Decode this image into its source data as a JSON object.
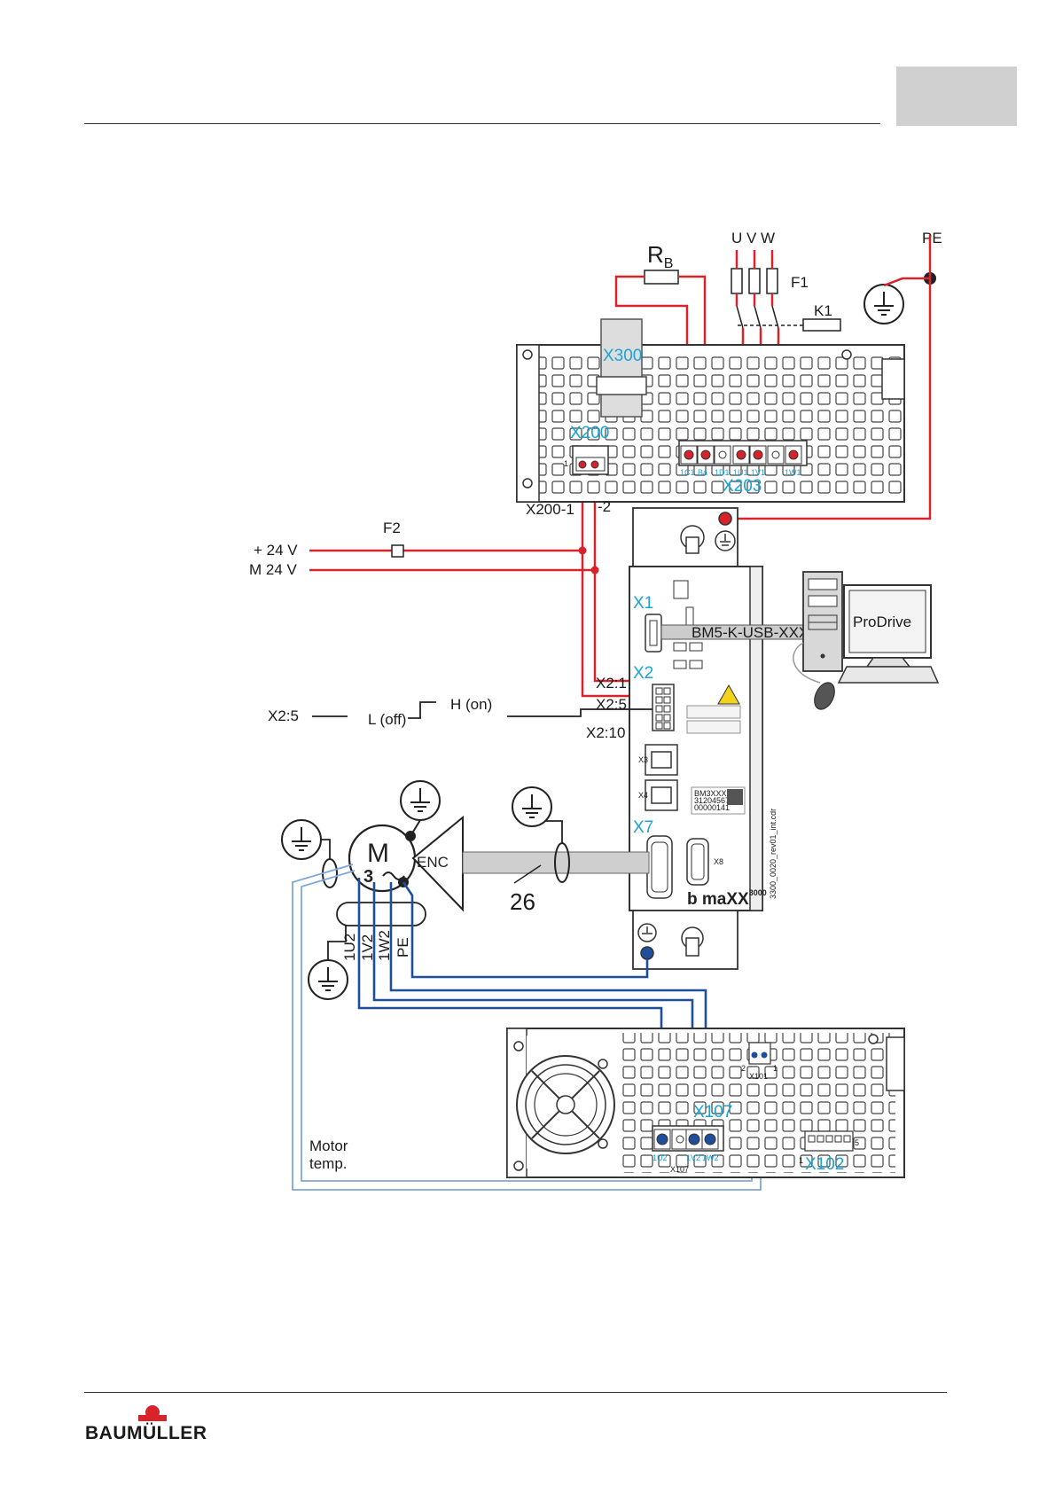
{
  "colors": {
    "power": "#d8232a",
    "motor_cable": "#1f4f9a",
    "temp_cable": "#7fa8d8",
    "connector_label": "#1aa3d6",
    "header_tab": "#d0d0d0"
  },
  "supply": {
    "phases": "U V W",
    "pe": "PE",
    "fuse_main": "F1",
    "contactor": "K1",
    "brake_resistor": "R",
    "brake_resistor_sub": "B",
    "fuse_control": "F2",
    "plus_24v": "+ 24 V",
    "minus_24v": "M 24 V"
  },
  "power_unit": {
    "x300": "X300",
    "x200": "X200",
    "x203": "X203",
    "x200_pin1": "X200-1",
    "x200_pin2": "-2",
    "x200_pin_small": "1",
    "terminals": [
      "1C1",
      "Ba",
      "1D1",
      "1U1",
      "1V1",
      "1W1"
    ]
  },
  "controller": {
    "x1": "X1",
    "x2": "X2",
    "x7": "X7",
    "usb_cable": "BM5-K-USB-XXX",
    "x2_1": "X2:1",
    "x2_5": "X2:5",
    "x2_10": "X2:10",
    "product": "b maXX",
    "product_sup": "3000",
    "drawing_id": "3300_0020_rev01_int.cdr",
    "label_line1": "BM3XXX",
    "label_line2": "312045678",
    "label_line3": "00000141",
    "x3": "X3",
    "x4": "X4",
    "x8": "X8"
  },
  "enable": {
    "x2_5": "X2:5",
    "low": "L (off)",
    "high": "H (on)"
  },
  "pc": {
    "software": "ProDrive"
  },
  "motor": {
    "m": "M",
    "three_phase": "3",
    "encoder": "ENC",
    "cable_no": "26",
    "leads": [
      "1U2",
      "1V2",
      "1W2",
      "PE"
    ],
    "temp_line1": "Motor",
    "temp_line2": "temp."
  },
  "filter_unit": {
    "x107_top": "X107",
    "x107_bottom": "X107",
    "x102": "X102",
    "x101": "X101",
    "terminals": [
      "1U2",
      "1V2",
      "1W2"
    ],
    "x101_pin2": "2",
    "x101_pin1": "1",
    "x102_pin1": "1",
    "x102_pin5": "5"
  },
  "brand": {
    "logo_text": "BAUMÜLLER"
  }
}
